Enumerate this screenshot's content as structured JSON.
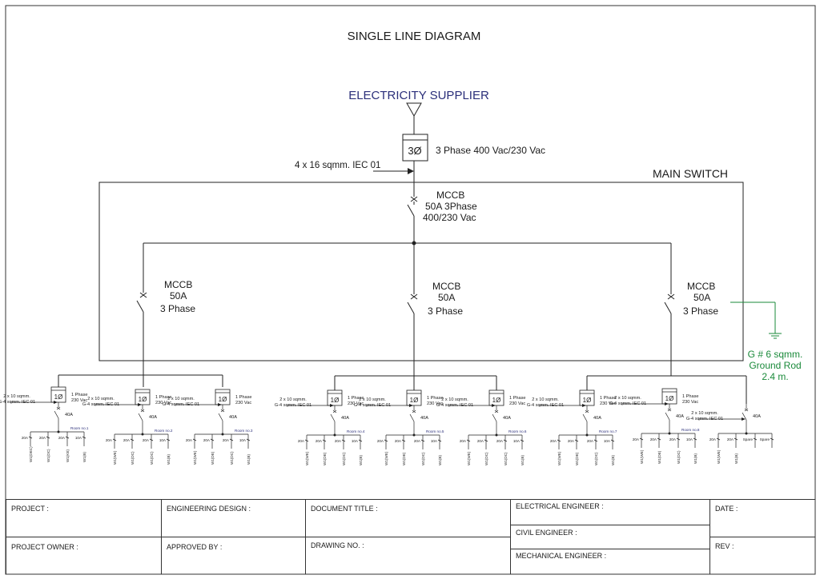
{
  "title": "SINGLE LINE DIAGRAM",
  "supplier": "ELECTRICITY SUPPLIER",
  "meter_symbol": "3Ø",
  "meter_label": "3 Phase 400 Vac/230 Vac",
  "main_cable": "4 x 16 sqmm.  IEC 01",
  "main_switch_label": "MAIN SWITCH",
  "main_breaker": {
    "l1": "MCCB",
    "l2": "50A 3Phase",
    "l3": "400/230 Vac"
  },
  "branch_breakers": [
    {
      "l1": "MCCB",
      "l2": "50A",
      "l3": "3 Phase"
    },
    {
      "l1": "MCCB",
      "l2": "50A",
      "l3": "3 Phase"
    },
    {
      "l1": "MCCB",
      "l2": "50A",
      "l3": "3 Phase"
    }
  ],
  "ground": {
    "l1": "G # 6 sqmm.",
    "l2": "Ground Rod",
    "l3": "2.4 m.",
    "color": "#1a8a3a"
  },
  "supplier_color": "#2b2f7a",
  "room_label_color": "#2b2f7a",
  "sub": {
    "cable1": "2 x 10 sqmm.",
    "cable2": "G-4 sqmm. IEC 01",
    "meter": "1Ø",
    "phase1": "1 Phase",
    "phase2": "230 Vac",
    "breaker": "40A"
  },
  "rooms": [
    {
      "room": "Room no.1",
      "circuits": [
        "20A",
        "20A",
        "20A",
        "10A"
      ],
      "loads": [
        "W1(DEC)",
        "W1(DC)",
        "W1(KE)",
        "W1(B)"
      ]
    },
    {
      "room": "Room no.2",
      "circuits": [
        "20A",
        "20A",
        "20A",
        "10A"
      ],
      "loads": [
        "W1(WE)",
        "W1(DC)",
        "W1(DC)",
        "W1(B)"
      ]
    },
    {
      "room": "Room no.3",
      "circuits": [
        "20A",
        "20A",
        "20A",
        "10A"
      ],
      "loads": [
        "W1(WE)",
        "W1(DE)",
        "W1(DC)",
        "W1(B)"
      ]
    },
    {
      "room": "Room no.4",
      "circuits": [
        "20A",
        "20A",
        "20A",
        "10A"
      ],
      "loads": [
        "W1(WE)",
        "W1(DE)",
        "W1(DC)",
        "W1(B)"
      ]
    },
    {
      "room": "Room no.5",
      "circuits": [
        "20A",
        "20A",
        "20A",
        "10A"
      ],
      "loads": [
        "W1(WE)",
        "W1(DE)",
        "W1(DC)",
        "W1(B)"
      ]
    },
    {
      "room": "Room no.6",
      "circuits": [
        "20A",
        "20A",
        "20A",
        "10A"
      ],
      "loads": [
        "W1(WE)",
        "W1(DC)",
        "W1(DC)",
        "W1(B)"
      ]
    },
    {
      "room": "Room no.7",
      "circuits": [
        "20A",
        "20A",
        "20A",
        "10A"
      ],
      "loads": [
        "W1(WE)",
        "W1(DE)",
        "W1(DC)",
        "W1(B)"
      ]
    },
    {
      "room": "Room no.8",
      "circuits": [
        "20A",
        "20A",
        "20A",
        "10A"
      ],
      "loads": [
        "W1(WE)",
        "W1(DE)",
        "W1(DC)",
        "W1(B)"
      ]
    },
    {
      "room": "",
      "circuits": [
        "20A",
        "20A",
        "Spare",
        "Spare"
      ],
      "loads": [
        "W1(WE)",
        "W1(B)",
        "",
        ""
      ]
    }
  ],
  "title_block": {
    "project": "PROJECT :",
    "engineering_design": "ENGINEERING DESIGN :",
    "document_title": "DOCUMENT  TITLE :",
    "electrical_engineer": "ELECTRICAL ENGINEER :",
    "date": "DATE :",
    "civil_engineer": "CIVIL ENGINEER :",
    "project_owner": "PROJECT OWNER :",
    "approved_by": "APPROVED BY :",
    "drawing_no": "DRAWING NO. :",
    "mechanical_engineer": "MECHANICAL ENGINEER :",
    "rev": "REV :"
  }
}
